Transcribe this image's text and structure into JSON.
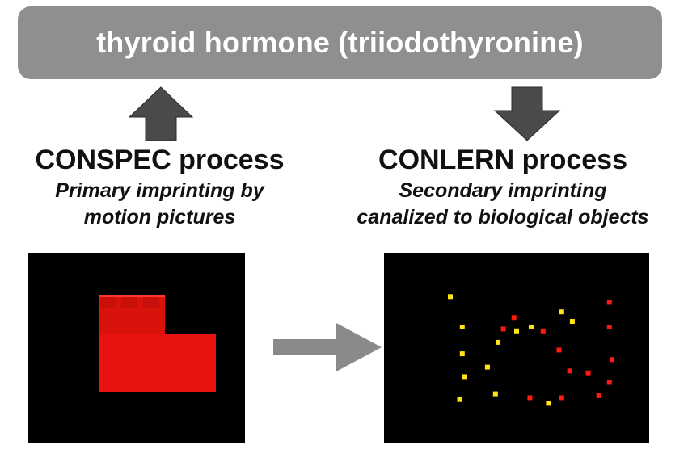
{
  "banner": {
    "text": "thyroid hormone (triiodothyronine)"
  },
  "left": {
    "title": "CONSPEC process",
    "subtitle_line1": "Primary imprinting by",
    "subtitle_line2": "motion pictures"
  },
  "right": {
    "title": "CONLERN process",
    "subtitle_line1": "Secondary imprinting",
    "subtitle_line2": "canalized to biological objects"
  },
  "colors": {
    "banner": "#8f8f8f",
    "arrow_dark": "#4a4a4a",
    "arrow_light": "#8a8a8a",
    "block_red": "#e8130e",
    "dot_yellow": "#ffe414",
    "dot_red": "#ff1a10"
  },
  "motion_dots": {
    "yellow": [
      [
        0.25,
        0.23
      ],
      [
        0.295,
        0.39
      ],
      [
        0.295,
        0.53
      ],
      [
        0.305,
        0.65
      ],
      [
        0.285,
        0.77
      ],
      [
        0.43,
        0.47
      ],
      [
        0.39,
        0.6
      ],
      [
        0.42,
        0.74
      ],
      [
        0.5,
        0.41
      ],
      [
        0.555,
        0.39
      ],
      [
        0.62,
        0.79
      ],
      [
        0.67,
        0.31
      ],
      [
        0.71,
        0.36
      ]
    ],
    "red": [
      [
        0.49,
        0.34
      ],
      [
        0.45,
        0.4
      ],
      [
        0.6,
        0.41
      ],
      [
        0.55,
        0.76
      ],
      [
        0.66,
        0.51
      ],
      [
        0.67,
        0.76
      ],
      [
        0.7,
        0.62
      ],
      [
        0.77,
        0.63
      ],
      [
        0.81,
        0.75
      ],
      [
        0.85,
        0.39
      ],
      [
        0.86,
        0.56
      ],
      [
        0.85,
        0.68
      ],
      [
        0.85,
        0.26
      ]
    ]
  }
}
